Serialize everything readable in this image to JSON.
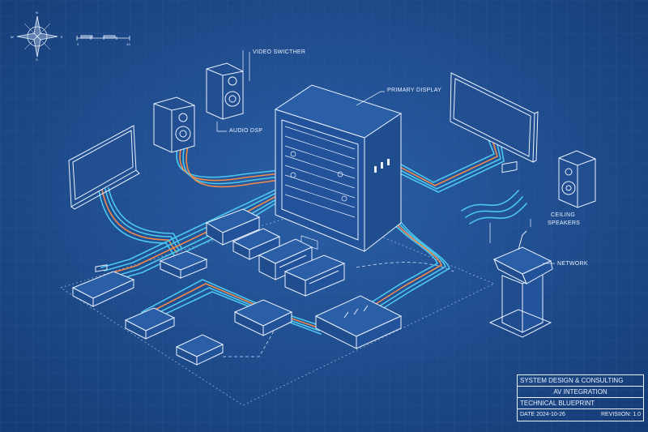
{
  "compass": {
    "n": "N",
    "s": "S",
    "e": "E",
    "w": "W"
  },
  "scale_bar": {
    "start": "0",
    "end": "10"
  },
  "labels": {
    "video_switcher": "VIDEO SWICTHER",
    "audio_dsp": "AUDIO DSP",
    "primary_display": "PRIMARY DISPLAY",
    "ceiling_speakers_1": "CEILING",
    "ceiling_speakers_2": "SPEAKERS",
    "network": "NETWORK"
  },
  "title_block": {
    "line1": "SYSTEM DESIGN & CONSULTING",
    "line2": "AV INTEGRATION",
    "line3": "TECHNICAL BLUEPRINT",
    "date": "DATE 2024-10-26",
    "revision": "REVISIION: 1.0"
  },
  "colors": {
    "background": "#1c4a8a",
    "line": "#e9f1ff",
    "cable_blue": "#4cc7ef",
    "cable_orange": "#f08a4b"
  }
}
